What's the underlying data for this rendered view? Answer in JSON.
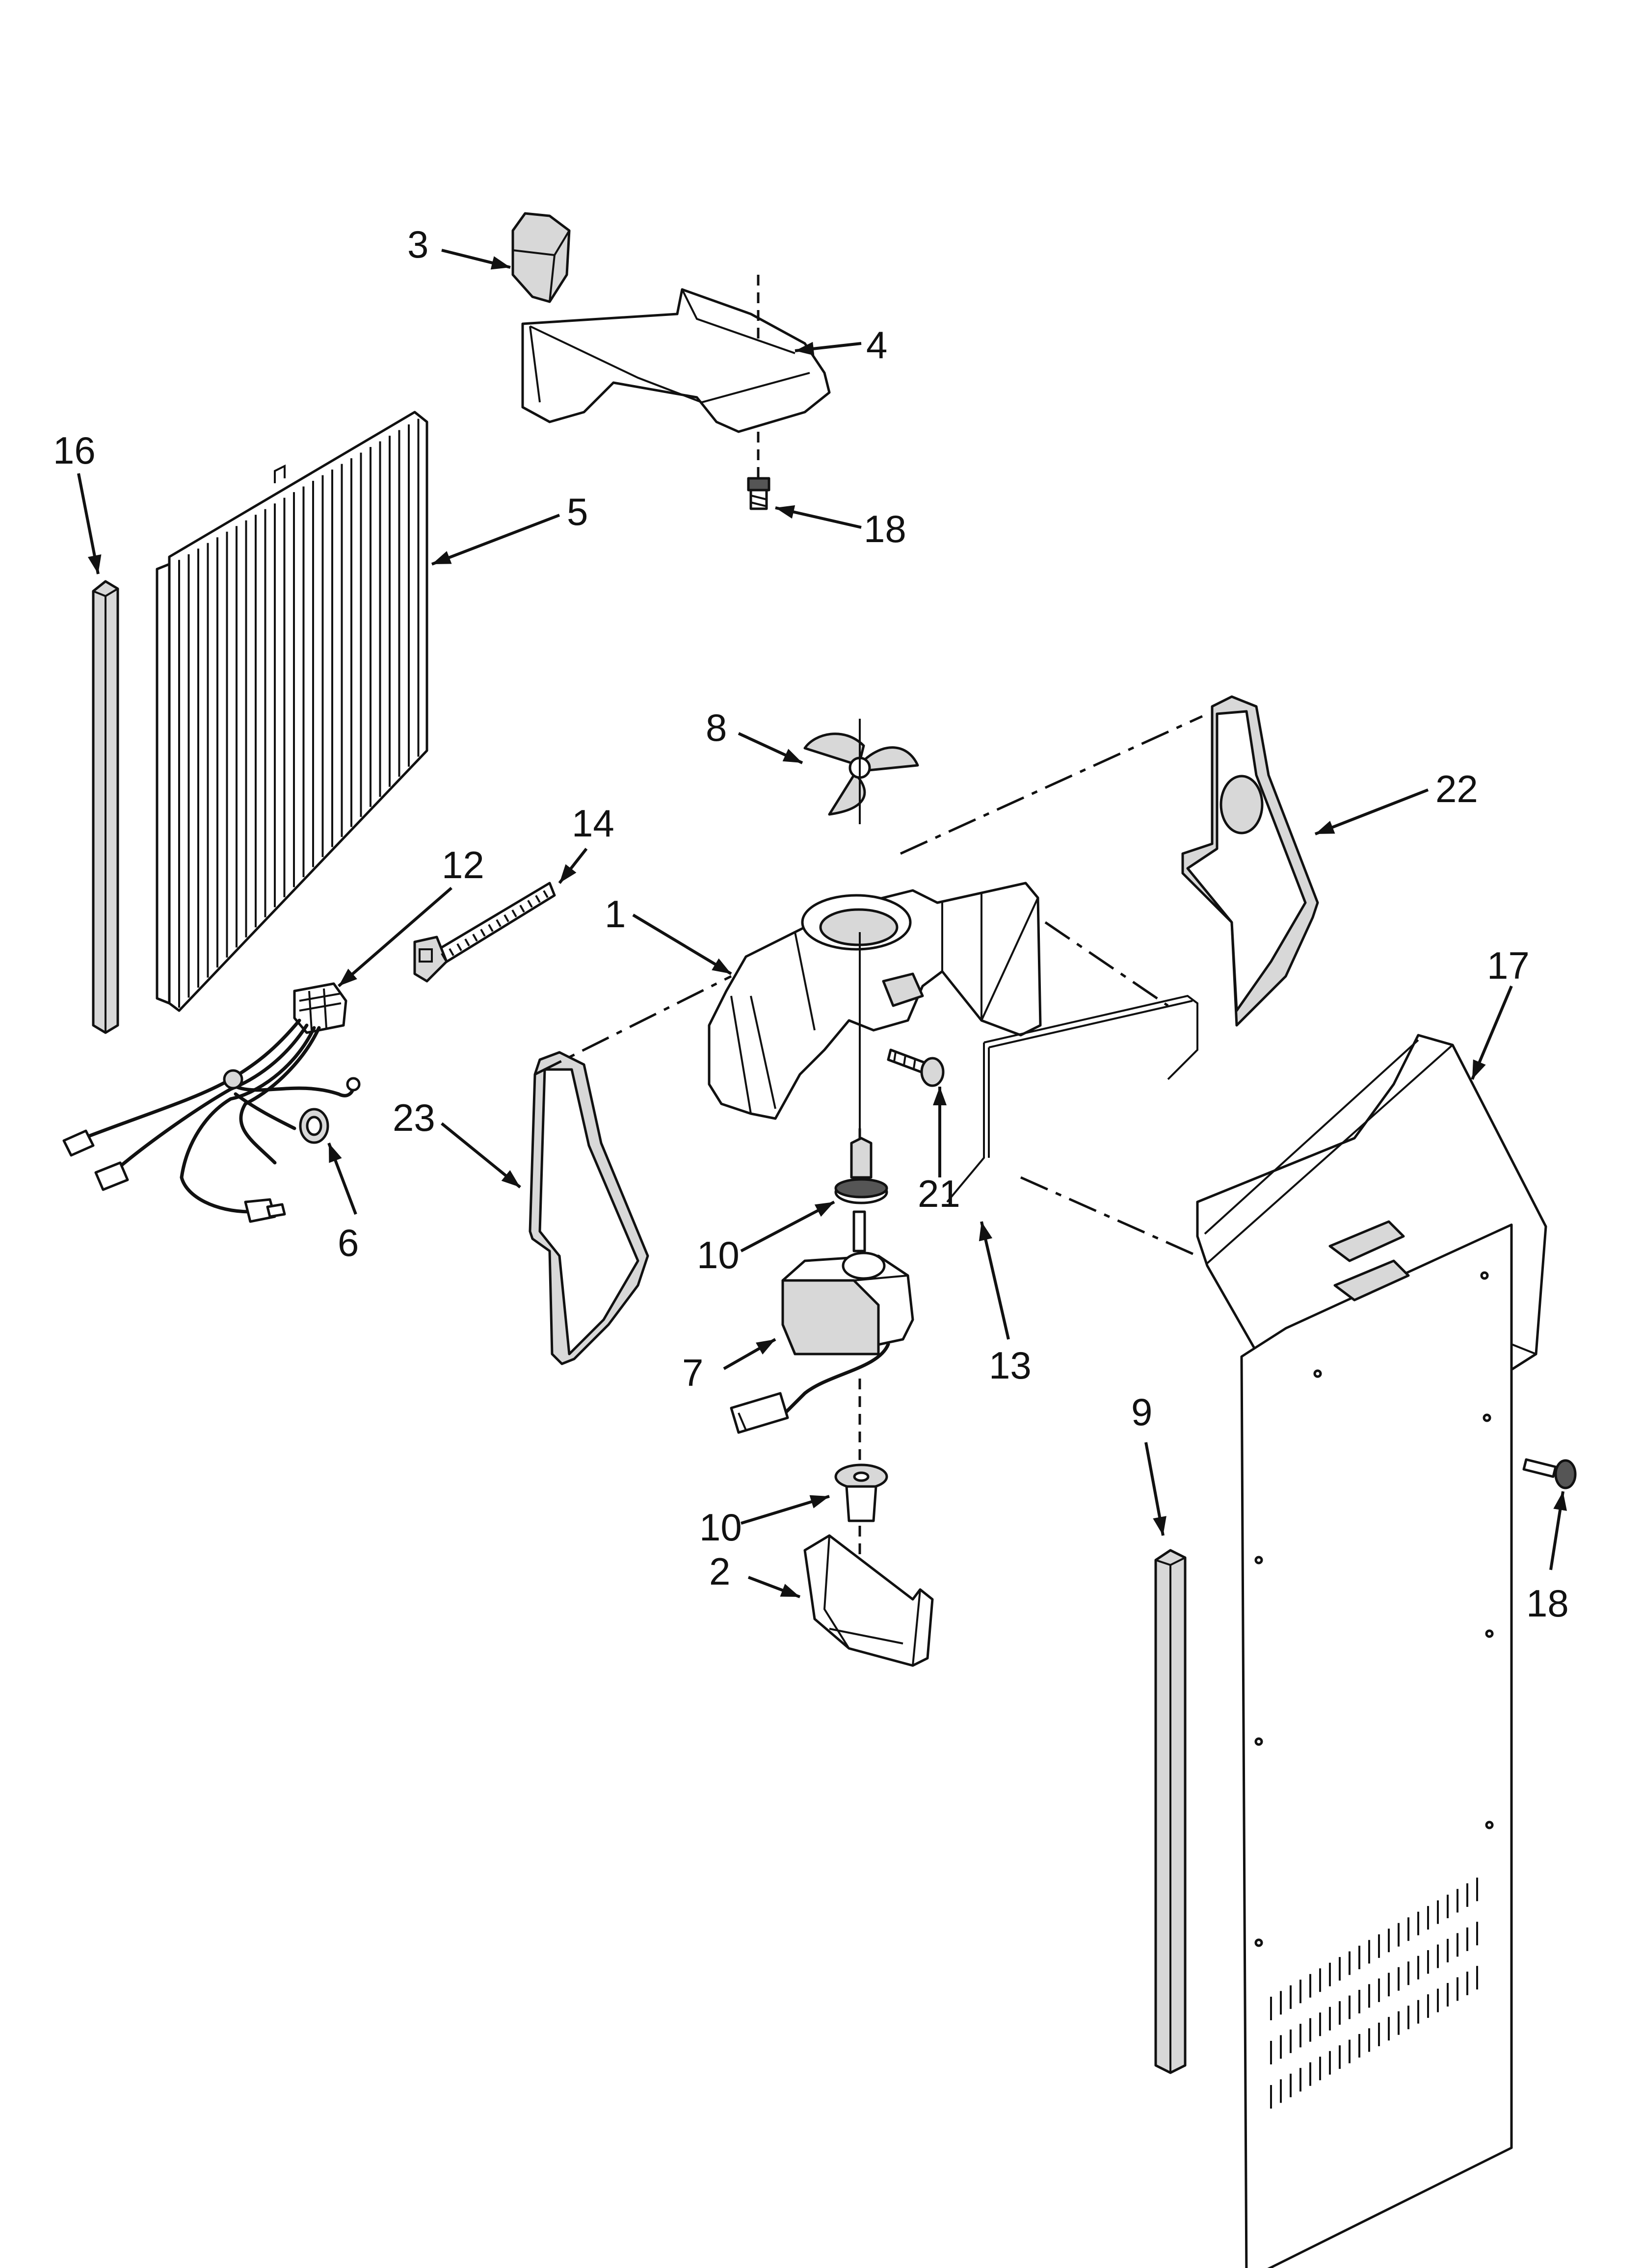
{
  "callouts": [
    {
      "id": "3",
      "text": "3"
    },
    {
      "id": "4",
      "text": "4"
    },
    {
      "id": "16",
      "text": "16"
    },
    {
      "id": "5",
      "text": "5"
    },
    {
      "id": "18a",
      "text": "18"
    },
    {
      "id": "8",
      "text": "8"
    },
    {
      "id": "22",
      "text": "22"
    },
    {
      "id": "14",
      "text": "14"
    },
    {
      "id": "12",
      "text": "12"
    },
    {
      "id": "1",
      "text": "1"
    },
    {
      "id": "17",
      "text": "17"
    },
    {
      "id": "23",
      "text": "23"
    },
    {
      "id": "21",
      "text": "21"
    },
    {
      "id": "6",
      "text": "6"
    },
    {
      "id": "10a",
      "text": "10"
    },
    {
      "id": "13",
      "text": "13"
    },
    {
      "id": "7",
      "text": "7"
    },
    {
      "id": "9",
      "text": "9"
    },
    {
      "id": "10b",
      "text": "10"
    },
    {
      "id": "2",
      "text": "2"
    },
    {
      "id": "18b",
      "text": "18"
    }
  ],
  "colors": {
    "ink": "#111111",
    "paper": "#ffffff",
    "shade": "#d8d8d8"
  }
}
